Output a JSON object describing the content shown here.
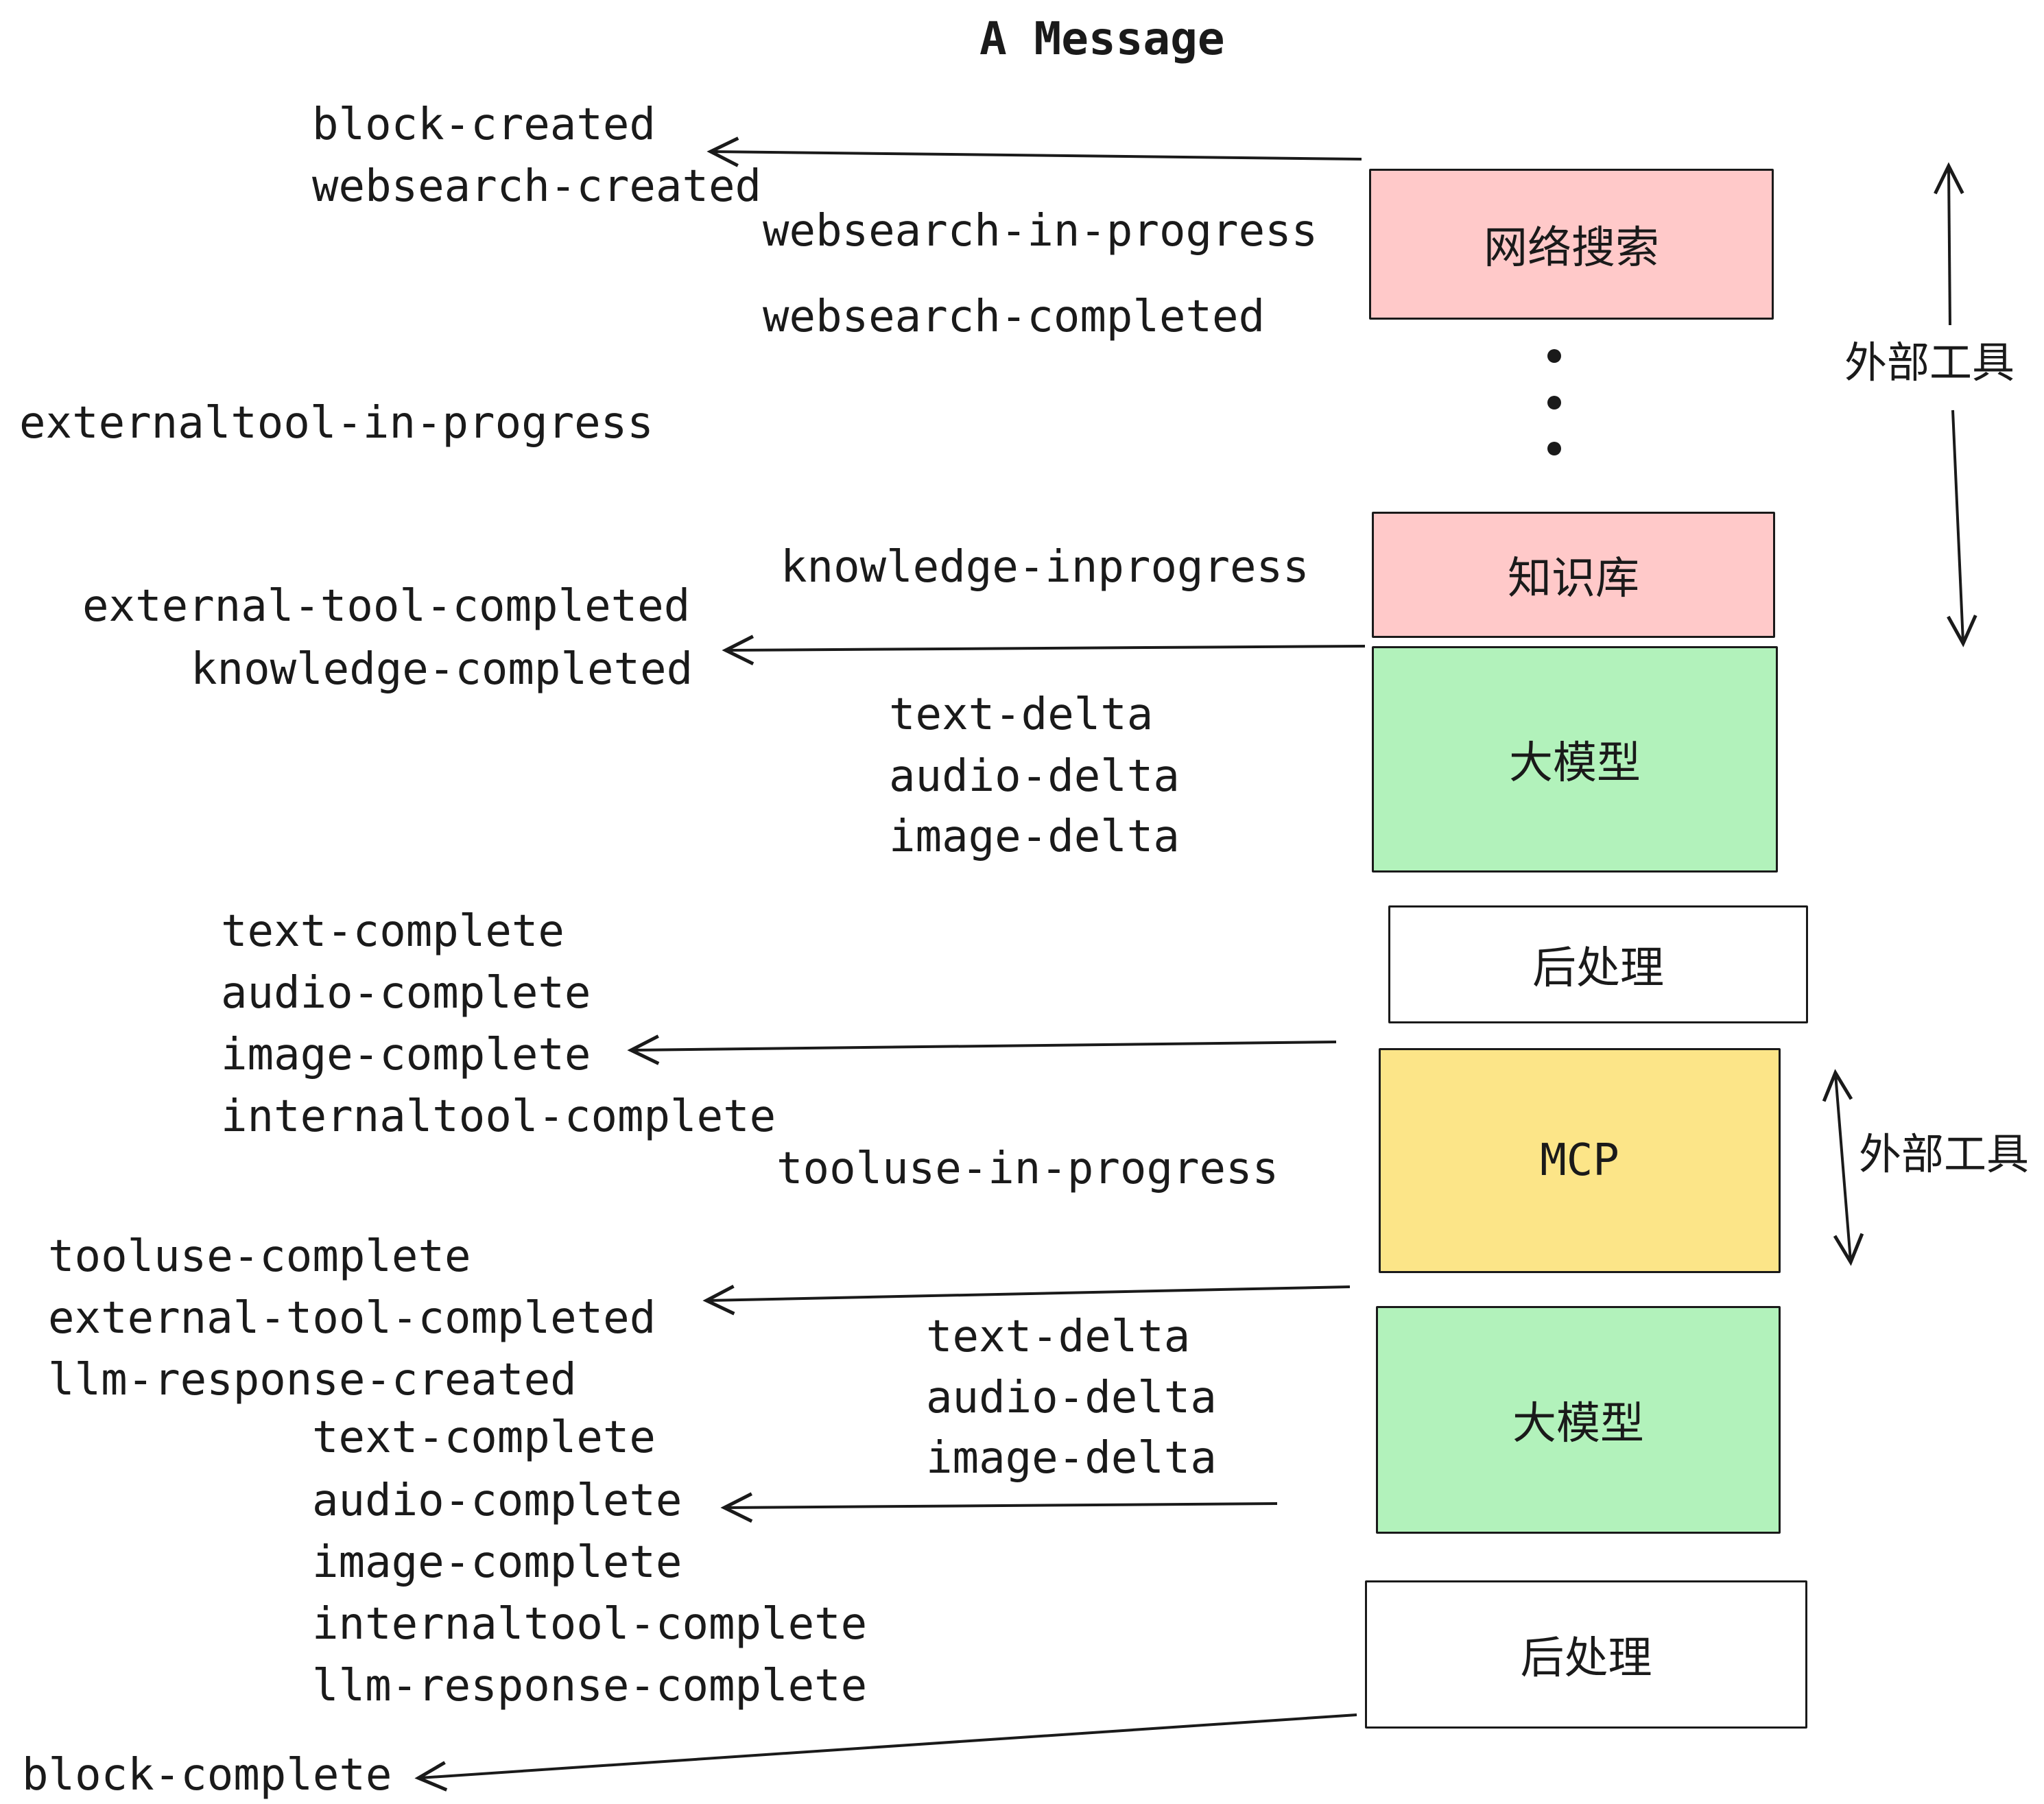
{
  "title": "A Message",
  "colors": {
    "pink": "#ffc9c9",
    "green": "#b2f2bb",
    "yellow": "#fce588",
    "white": "#ffffff",
    "ink": "#1a1a1a"
  },
  "boxes": {
    "websearch": {
      "label": "网络搜索",
      "color": "#ffc9c9"
    },
    "knowledge": {
      "label": "知识库",
      "color": "#ffc9c9"
    },
    "llm": {
      "label": "大模型",
      "color": "#b2f2bb"
    },
    "post": {
      "label": "后处理",
      "color": "#ffffff"
    },
    "mcp": {
      "label": "MCP",
      "color": "#fce588"
    }
  },
  "events": {
    "block_created": "block-created",
    "websearch_created": "websearch-created",
    "websearch_in_progress": "websearch-in-progress",
    "websearch_completed": "websearch-completed",
    "externaltool_in_progress": "externaltool-in-progress",
    "knowledge_inprogress": "knowledge-inprogress",
    "external_tool_completed": "external-tool-completed",
    "knowledge_completed": "knowledge-completed",
    "text_delta": "text-delta",
    "audio_delta": "audio-delta",
    "image_delta": "image-delta",
    "text_complete": "text-complete",
    "audio_complete": "audio-complete",
    "image_complete": "image-complete",
    "internaltool_complete": "internaltool-complete",
    "tooluse_in_progress": "tooluse-in-progress",
    "tooluse_complete": "tooluse-complete",
    "llm_response_created": "llm-response-created",
    "llm_response_complete": "llm-response-complete",
    "block_complete": "block-complete"
  },
  "annotations": {
    "external_tool": "外部工具"
  }
}
